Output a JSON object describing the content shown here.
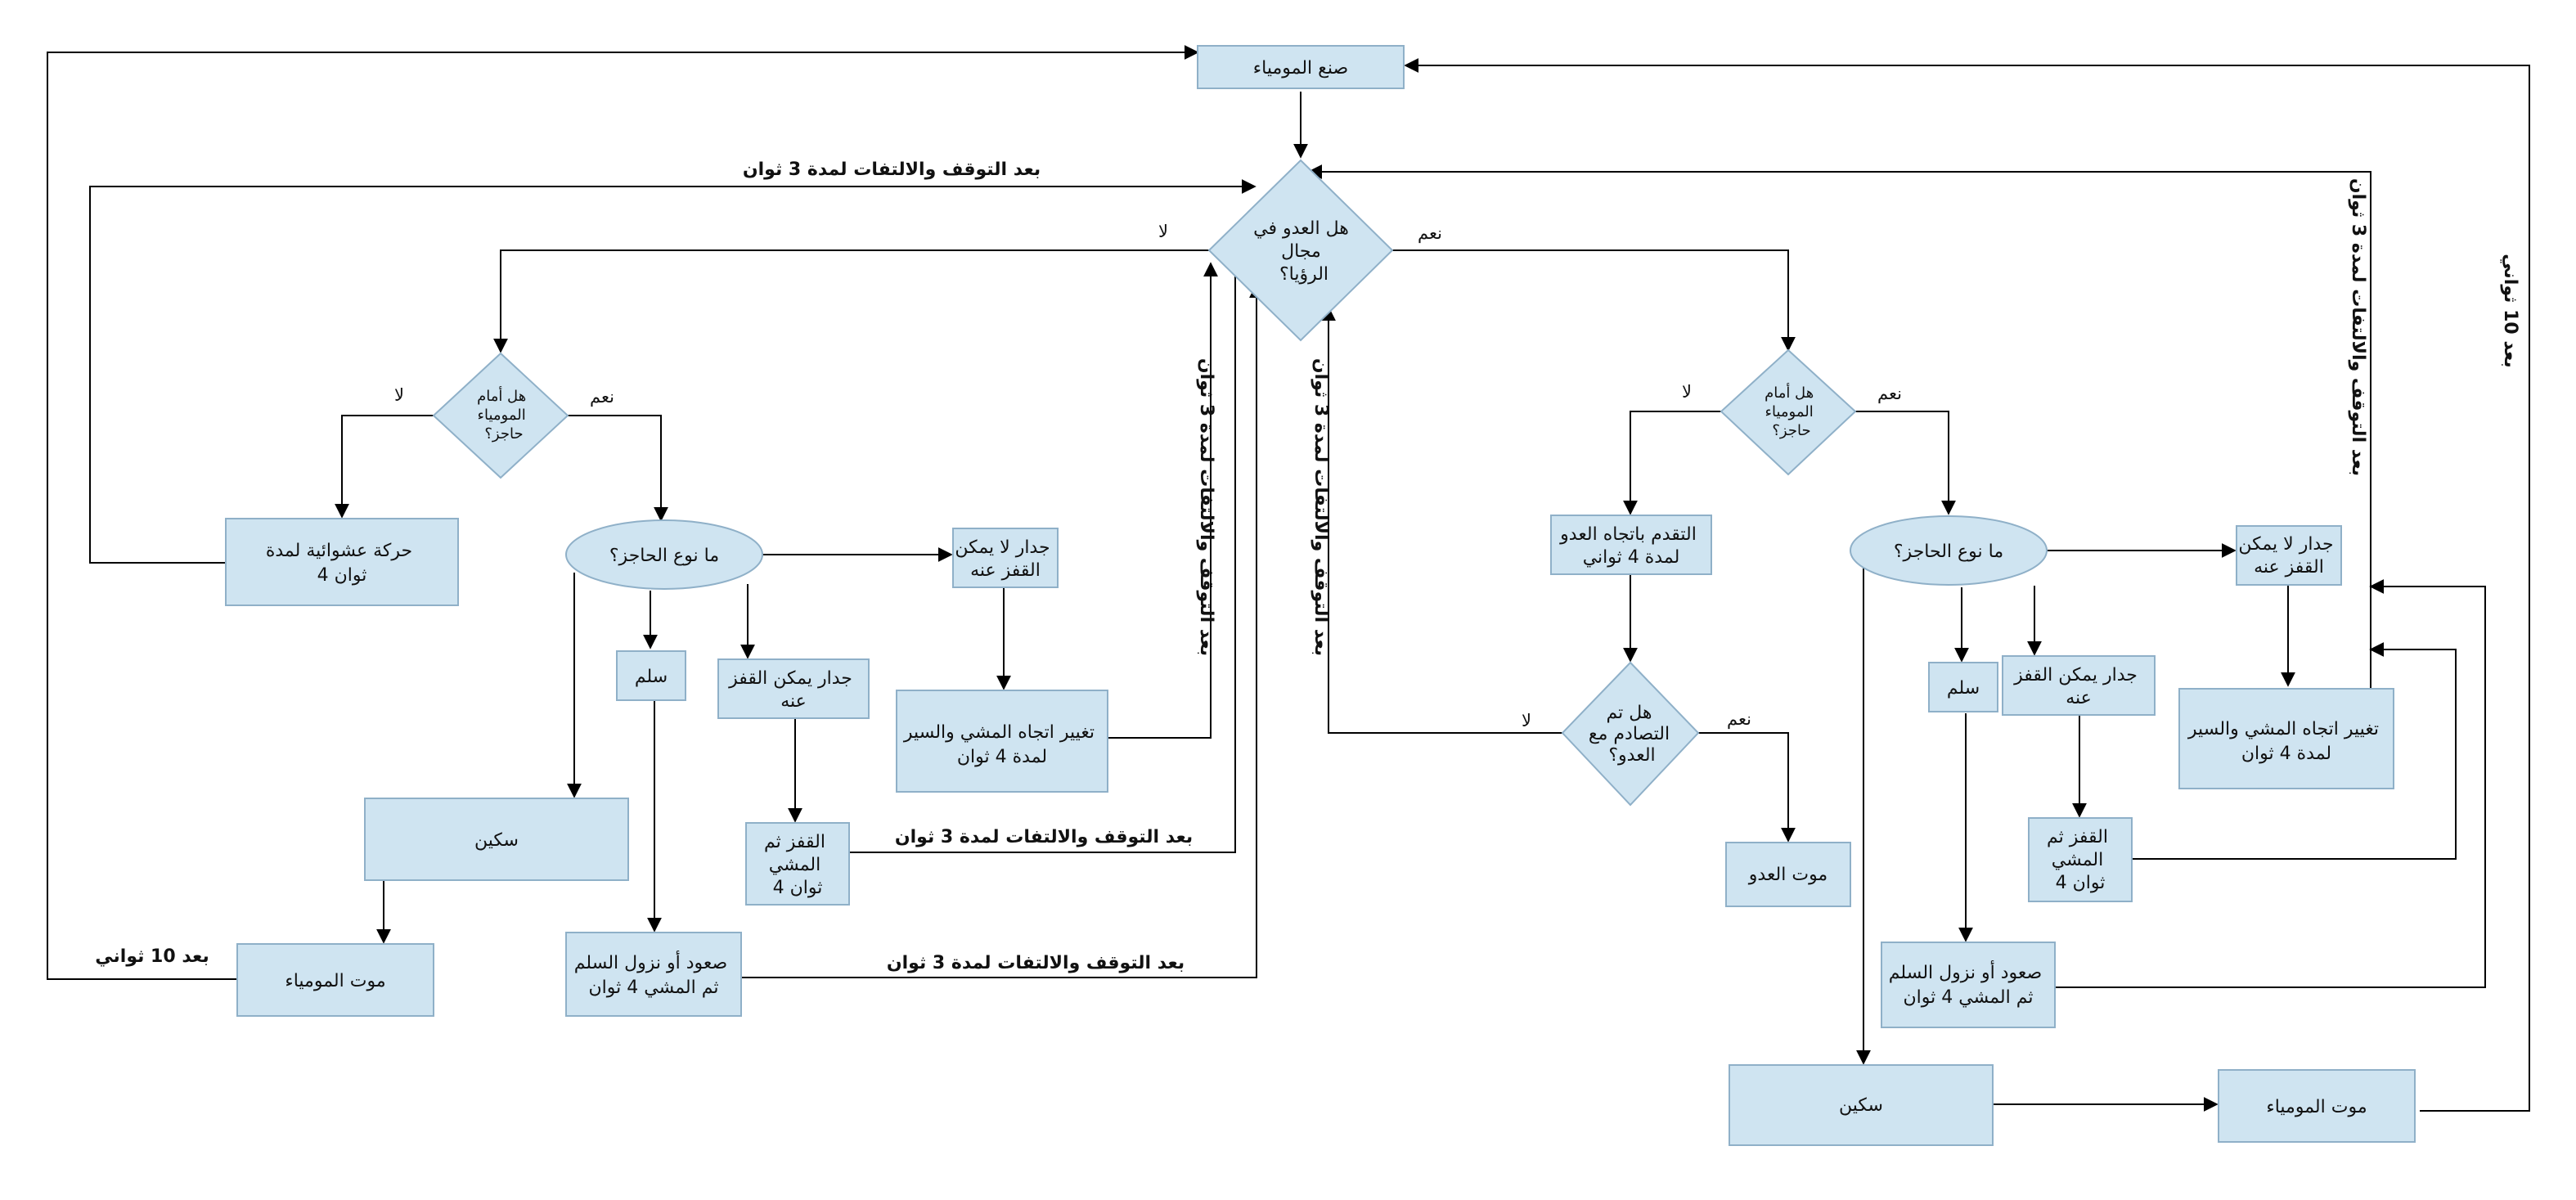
{
  "nodes": {
    "make_mummy": "صنع المومياء",
    "enemy_in_view": [
      "هل العدو في",
      "مجال",
      "الرؤيا؟"
    ],
    "left_obstacle_q": [
      "هل أمام",
      "المومياء",
      "حاجز؟"
    ],
    "left_random_move": [
      "حركة عشوائية لمدة",
      "4 ثوان"
    ],
    "left_obstacle_type": "ما نوع الحاجز؟",
    "left_wall_nojump": [
      "جدار لا يمكن",
      "القفز عنه"
    ],
    "left_change_dir": [
      "تغيير اتجاه المشي والسير",
      "لمدة 4 ثوان"
    ],
    "left_ladder": "سلم",
    "left_wall_jump": [
      "جدار يمكن القفز",
      "عنه"
    ],
    "left_jump_walk": [
      "القفز ثم",
      "المشي",
      "4 ثوان"
    ],
    "left_knife": "سكين",
    "left_climb": [
      "صعود أو نزول السلم",
      "ثم المشي 4 ثوان"
    ],
    "left_mummy_death": "موت المومياء",
    "right_obstacle_q": [
      "هل أمام",
      "المومياء",
      "حاجز؟"
    ],
    "advance_enemy": [
      "التقدم باتجاه العدو",
      "لمدة 4 ثواني"
    ],
    "collided_q": [
      "هل تم",
      "التصادم مع",
      "العدو؟"
    ],
    "enemy_death": "موت العدو",
    "right_obstacle_type": "ما نوع الحاجز؟",
    "right_wall_nojump": [
      "جدار لا يمكن",
      "القفز عنه"
    ],
    "right_change_dir": [
      "تغيير اتجاه المشي والسير",
      "لمدة 4 ثوان"
    ],
    "right_ladder": "سلم",
    "right_wall_jump": [
      "جدار يمكن القفز",
      "عنه"
    ],
    "right_jump_walk": [
      "القفز ثم",
      "المشي",
      "4 ثوان"
    ],
    "right_climb": [
      "صعود أو نزول السلم",
      "ثم المشي 4 ثوان"
    ],
    "right_knife": "سكين",
    "right_mummy_death": "موت المومياء"
  },
  "labels": {
    "yes": "نعم",
    "no": "لا",
    "after_stop_turn_3s": "بعد التوقف والالتفات  لمدة  3  ثوان",
    "after_10s": "بعد 10 ثواني",
    "after_10s_v": "بعد 10 ثواني"
  }
}
